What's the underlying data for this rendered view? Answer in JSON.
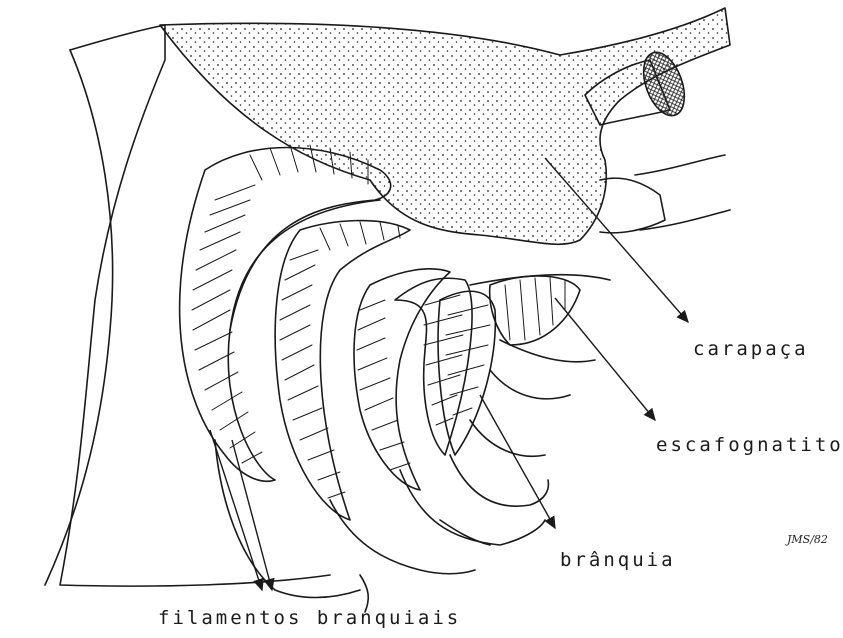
{
  "labels": {
    "carapace": "carapaça",
    "scaphognathite": "escafognatito",
    "gill": "brânquia",
    "gill_filaments": "filamentos branquiais"
  },
  "signature": "JMS/82",
  "colors": {
    "ink": "#1a1a1a",
    "paper": "#ffffff"
  }
}
